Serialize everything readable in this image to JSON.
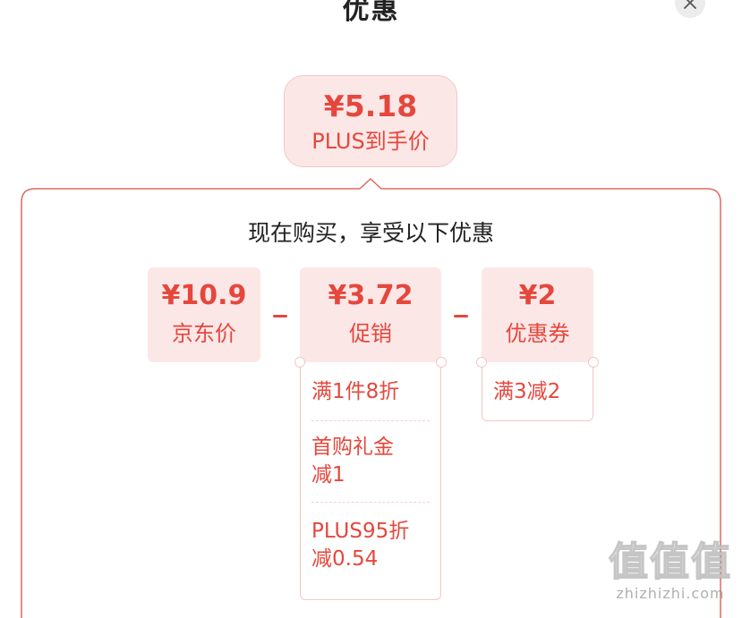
{
  "header": {
    "title": "优惠"
  },
  "top_badge": {
    "price": "¥5.18",
    "label": "PLUS到手价"
  },
  "headline": "现在购买，享受以下优惠",
  "breakdown": [
    {
      "value": "¥10.9",
      "label": "京东价"
    },
    {
      "value": "¥3.72",
      "label": "促销"
    },
    {
      "value": "¥2",
      "label": "优惠券"
    }
  ],
  "operator": "-",
  "promotions": [
    {
      "line1": "满1件8折"
    },
    {
      "line1": "首购礼金",
      "line2": "减1"
    },
    {
      "line1": "PLUS95折",
      "line2": "减0.54"
    }
  ],
  "coupons": [
    {
      "line1": "满3减2"
    }
  ],
  "watermark": {
    "logo": "值值值",
    "site": "zhizhizhi.com"
  },
  "colors": {
    "accent": "#e5473d",
    "pale": "#fce7e7",
    "border": "#f3c7c7"
  }
}
